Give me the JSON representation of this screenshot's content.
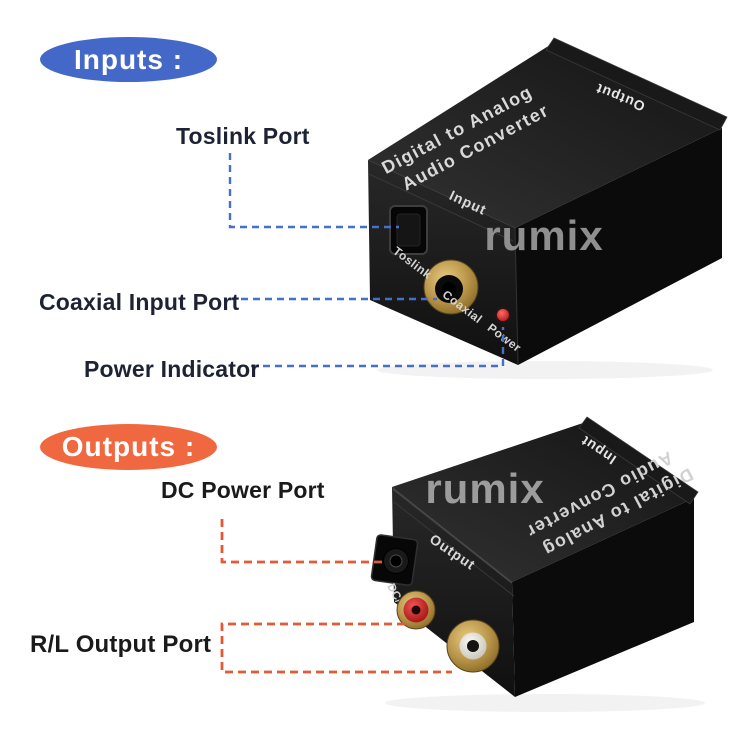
{
  "inputs_section": {
    "badge_label": "Inputs :",
    "badge_color": "#4468C8",
    "line_color": "#4470C8",
    "labels": {
      "toslink": "Toslink Port",
      "coaxial": "Coaxial Input Port",
      "power": "Power Indicator"
    }
  },
  "outputs_section": {
    "badge_label": "Outputs :",
    "badge_color": "#F0683F",
    "line_color": "#E25A38",
    "labels": {
      "dc_power": "DC Power Port",
      "rl_output": "R/L Output Port"
    }
  },
  "watermark": {
    "text": "rumix",
    "color": "#909090"
  },
  "device_front_view": {
    "top_line1": "Digital to Analog",
    "top_line2": "Audio Converter",
    "rear_edge_label": "Output",
    "front_edge_label": "Input",
    "port_labels": {
      "toslink": "Toslink",
      "coaxial": "Coaxial",
      "power": "Power"
    },
    "led_color": "#D03030"
  },
  "device_rear_view": {
    "top_line1": "Digital to Analog",
    "top_line2": "Audio Converter",
    "rear_edge_label": "Input",
    "front_label": "Output",
    "dc_label": "DC/5V"
  }
}
